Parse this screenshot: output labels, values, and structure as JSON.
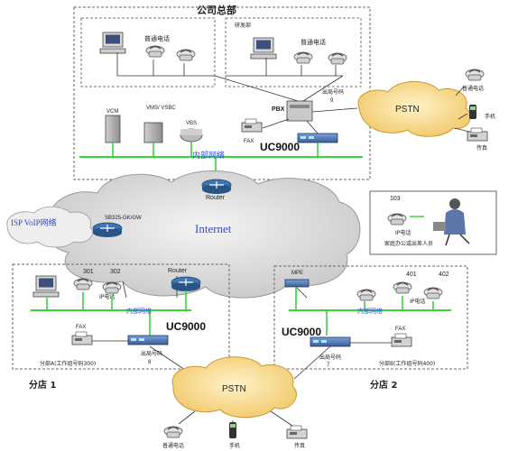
{
  "hq": {
    "title": "公司总部",
    "dept_a_phone": "普通电话",
    "dept_b_label": "研发部",
    "dept_b_phone": "普通电话",
    "vcm": "VCM",
    "vms": "VMS/\nVSBC",
    "vbs": "VBS",
    "pbx": "PBX",
    "ext_label": "出局号码",
    "ext_num": "9",
    "fax": "FAX",
    "uc9000": "UC9000",
    "lan": "内部网络"
  },
  "router_top": "Router",
  "internet": "Internet",
  "isp": {
    "label": "ISP VoIP网络",
    "gw": "SB325-GK/GW"
  },
  "remote": {
    "num": "103",
    "ip_phone": "IP电话",
    "caption": "家庭办公或出差人员"
  },
  "pstn_top": {
    "label": "PSTN",
    "phone": "普通电话",
    "mobile": "手机",
    "fax": "传真"
  },
  "branch1": {
    "num_a": "301",
    "num_b": "302",
    "router": "Router",
    "ip_phone": "IP电话",
    "lan": "内部网络",
    "fax": "FAX",
    "uc9000": "UC9000",
    "ext_label": "出局号码",
    "ext_num": "8",
    "note": "分部A(工作组号码300)",
    "caption": "分店 1"
  },
  "branch2": {
    "mpe": "MPE",
    "num_a": "401",
    "num_b": "402",
    "ip_phone": "IP电话",
    "lan": "内部网络",
    "fax": "FAX",
    "uc9000": "UC9000",
    "ext_label": "出局号码",
    "ext_num": "7",
    "note": "分部B(工作组号码400)",
    "caption": "分店 2"
  },
  "pstn_bottom": {
    "label": "PSTN",
    "phone": "普通电话",
    "mobile": "手机",
    "fax": "传真"
  }
}
